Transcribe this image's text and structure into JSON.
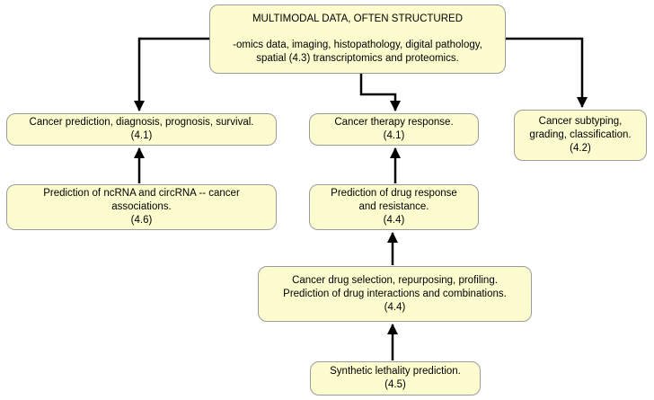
{
  "diagram": {
    "background_color": "#ffffff",
    "node_fill_color": "#fdfcce",
    "node_border_color": "#9b9b9b",
    "arrow_color": "#000000",
    "nodes": {
      "multimodal": {
        "lines": [
          "MULTIMODAL DATA, OFTEN STRUCTURED",
          "-omics data, imaging, histopathology, digital pathology,",
          "spatial (4.3) transcriptomics and proteomics."
        ]
      },
      "prediction": {
        "lines": [
          "Cancer prediction, diagnosis, prognosis, survival.",
          "(4.1)"
        ]
      },
      "therapy": {
        "lines": [
          "Cancer therapy response.",
          "(4.1)"
        ]
      },
      "subtyping": {
        "lines": [
          "Cancer subtyping,",
          "grading, classification.",
          "(4.2)"
        ]
      },
      "ncrna": {
        "lines": [
          "Prediction of ncRNA and circRNA -- cancer",
          "associations.",
          "(4.6)"
        ]
      },
      "drug_response": {
        "lines": [
          "Prediction of drug response",
          "and resistance.",
          "(4.4)"
        ]
      },
      "drug_selection": {
        "lines": [
          "Cancer drug selection, repurposing, profiling.",
          "Prediction of drug interactions and combinations.",
          "(4.4)"
        ]
      },
      "synthetic": {
        "lines": [
          "Synthetic lethality prediction.",
          "(4.5)"
        ]
      }
    },
    "edges": [
      {
        "from": "multimodal",
        "to": "prediction"
      },
      {
        "from": "multimodal",
        "to": "therapy"
      },
      {
        "from": "multimodal",
        "to": "subtyping"
      },
      {
        "from": "ncrna",
        "to": "prediction"
      },
      {
        "from": "drug_response",
        "to": "therapy"
      },
      {
        "from": "drug_selection",
        "to": "drug_response"
      },
      {
        "from": "synthetic",
        "to": "drug_selection"
      }
    ]
  }
}
